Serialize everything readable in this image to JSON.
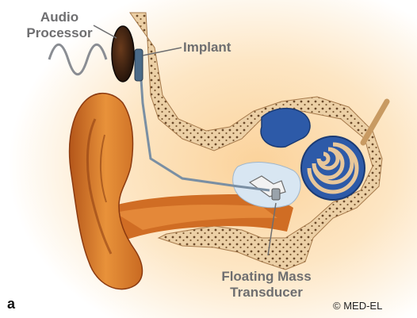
{
  "labels": {
    "audio_processor_line1": "Audio",
    "audio_processor_line2": "Processor",
    "implant": "Implant",
    "fmt_line1": "Floating Mass",
    "fmt_line2": "Transducer"
  },
  "panel_letter": "a",
  "copyright": "© MED-EL",
  "colors": {
    "background": "#fde6c4",
    "skin": "#e0862c",
    "skin_dark": "#8b3a10",
    "bone": "#e8c79a",
    "bone_dots": "#6b4a2a",
    "cochlea_blue": "#2d5aa8",
    "fluid": "#d8e6f2",
    "implant_wire": "#7a8fa3",
    "processor": "#2a1a12",
    "label_text": "#6e6e70"
  },
  "icons": [
    "sound-wave-icon"
  ]
}
